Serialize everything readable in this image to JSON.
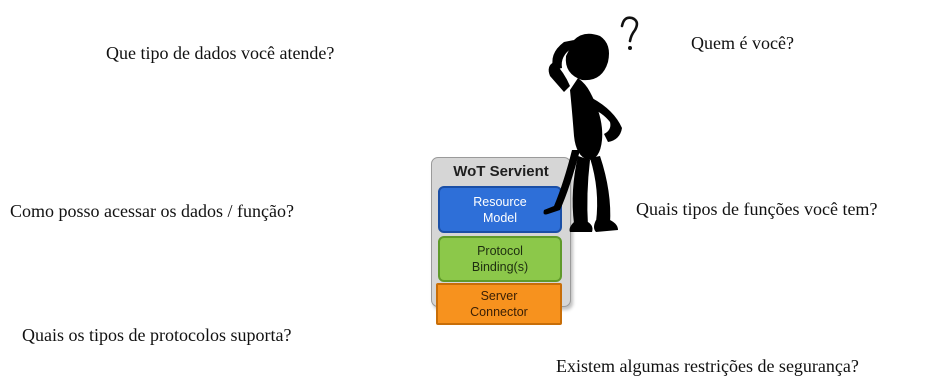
{
  "questions": {
    "data_types": "Que tipo de dados você atende?",
    "who": "Quem é você?",
    "access": "Como posso acessar os dados / função?",
    "functions": "Quais tipos de funções você tem?",
    "protocols": "Quais os tipos de protocolos suporta?",
    "security": "Existem algumas restrições de segurança?"
  },
  "servient": {
    "title": "WoT Servient",
    "layers": [
      {
        "line1": "Resource",
        "line2": "Model",
        "color": "#2e6fd8"
      },
      {
        "line1": "Protocol",
        "line2": "Binding(s)",
        "color": "#8cc84a"
      },
      {
        "line1": "Server",
        "line2": "Connector",
        "color": "#f7921e"
      }
    ]
  },
  "figure": {
    "icon": "thinking-stick-figure-icon",
    "symbol": "question-mark"
  }
}
